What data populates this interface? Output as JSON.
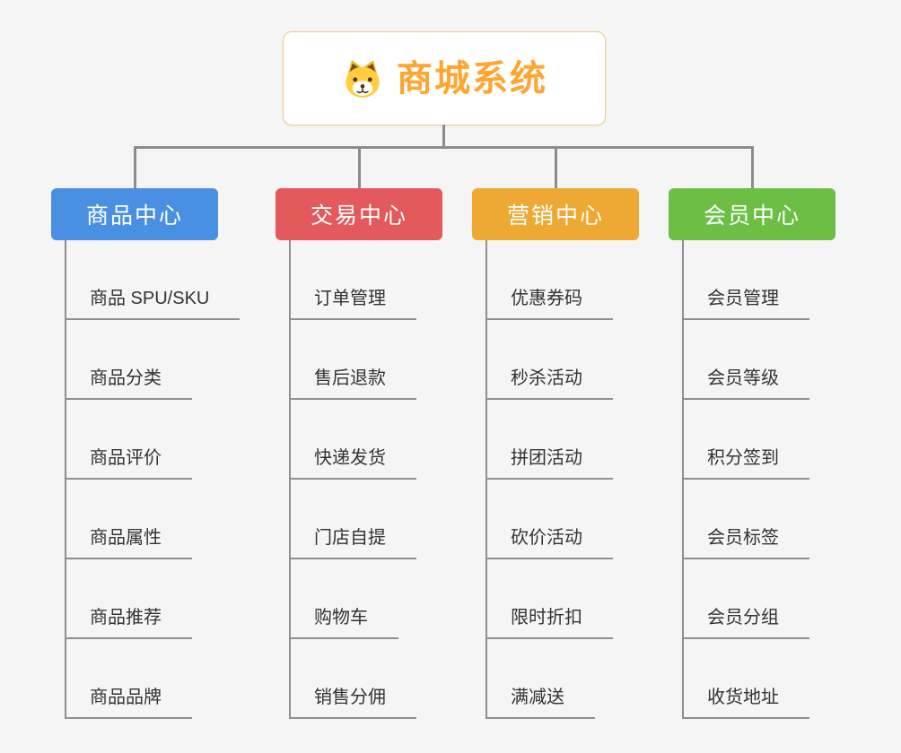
{
  "root": {
    "title": "商城系统",
    "icon": "dog-icon"
  },
  "connector_color": "#8c8c8c",
  "branches": [
    {
      "label": "商品中心",
      "color": "#4A90E2",
      "children": [
        "商品 SPU/SKU",
        "商品分类",
        "商品评价",
        "商品属性",
        "商品推荐",
        "商品品牌"
      ]
    },
    {
      "label": "交易中心",
      "color": "#E4595B",
      "children": [
        "订单管理",
        "售后退款",
        "快递发货",
        "门店自提",
        "购物车",
        "销售分佣"
      ]
    },
    {
      "label": "营销中心",
      "color": "#EDA933",
      "children": [
        "优惠券码",
        "秒杀活动",
        "拼团活动",
        "砍价活动",
        "限时折扣",
        "满减送"
      ]
    },
    {
      "label": "会员中心",
      "color": "#6CBE45",
      "children": [
        "会员管理",
        "会员等级",
        "积分签到",
        "会员标签",
        "会员分组",
        "收货地址"
      ]
    }
  ]
}
